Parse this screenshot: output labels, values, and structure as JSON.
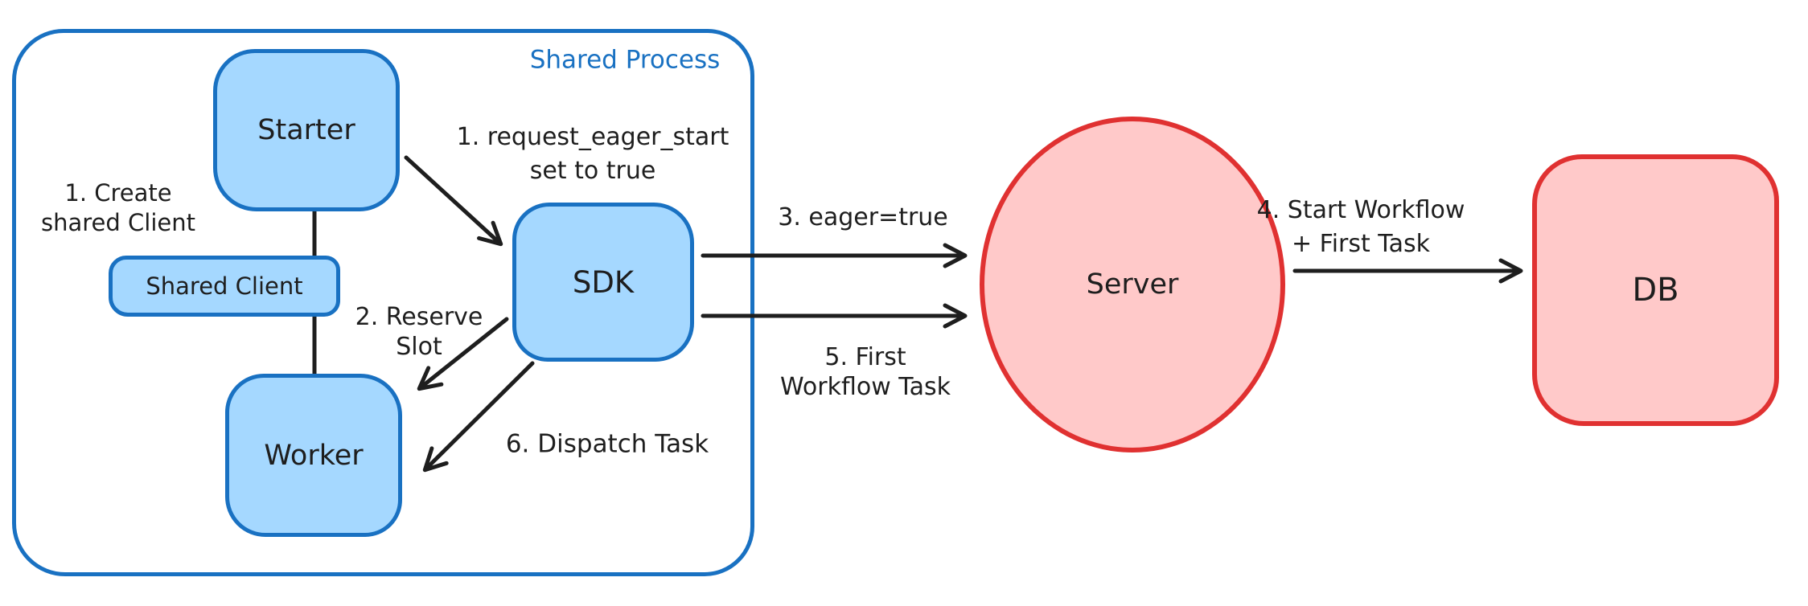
{
  "diagram": {
    "title_region": {
      "shared_process_label": "Shared Process"
    },
    "colors": {
      "blue_stroke": "#1971c2",
      "blue_fill": "#a5d8ff",
      "red_stroke": "#e03131",
      "red_fill": "#ffc9c9",
      "text": "#1e1e1e",
      "background": "#ffffff"
    },
    "nodes": {
      "starter": {
        "label": "Starter"
      },
      "shared_client": {
        "label": "Shared Client"
      },
      "worker": {
        "label": "Worker"
      },
      "sdk": {
        "label": "SDK"
      },
      "server": {
        "label": "Server"
      },
      "db": {
        "label": "DB"
      }
    },
    "annotations": {
      "create_client": {
        "line1": "1. Create",
        "line2": "shared Client"
      },
      "request_eager": {
        "line1": "1. request_eager_start",
        "line2": "set to true"
      },
      "reserve_slot": {
        "line1": "2. Reserve",
        "line2": "Slot"
      },
      "eager_true": {
        "label": "3. eager=true"
      },
      "start_workflow": {
        "line1": "4. Start Workflow",
        "line2": "+ First Task"
      },
      "first_workflow_task": {
        "line1": "5. First",
        "line2": "Workflow Task"
      },
      "dispatch_task": {
        "label": "6. Dispatch Task"
      }
    }
  }
}
